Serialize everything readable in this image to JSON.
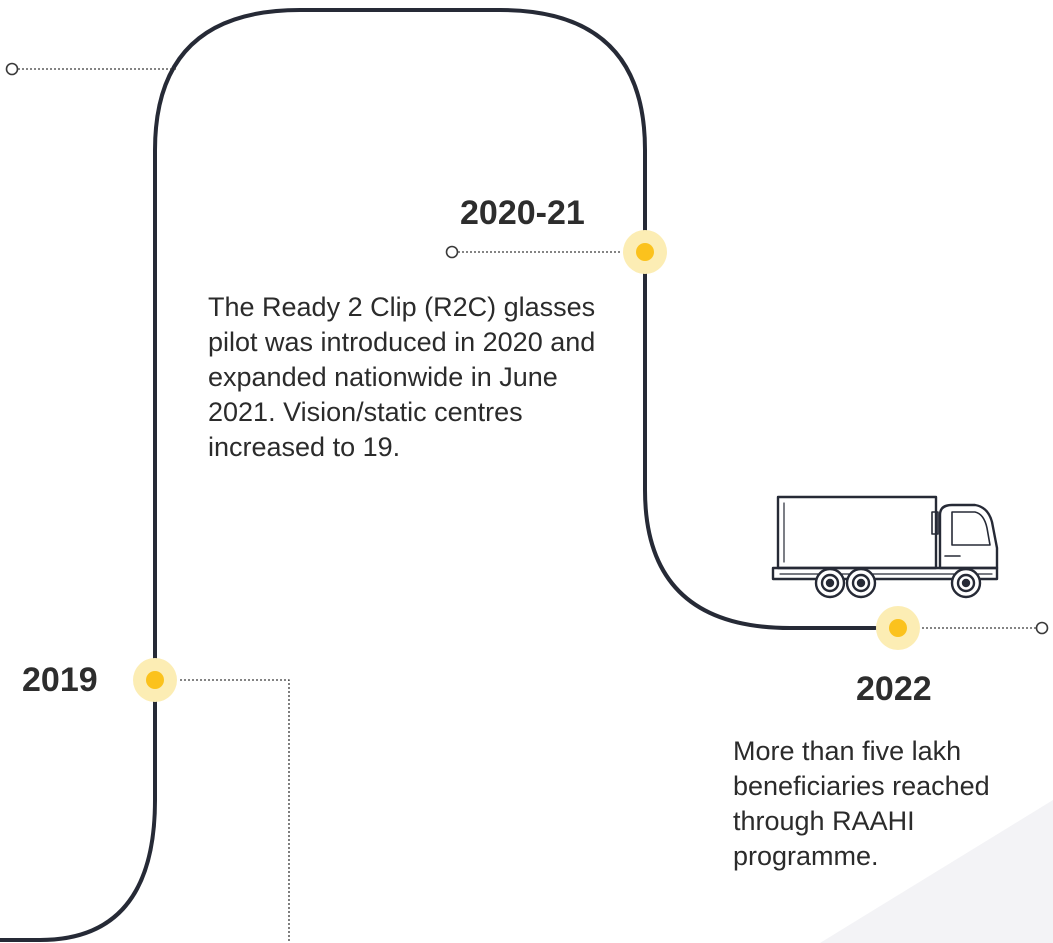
{
  "milestones": [
    {
      "year": "2019"
    },
    {
      "year": "2020-21",
      "description": "The Ready 2 Clip (R2C) glasses pilot was introduced in 2020 and expanded nationwide in June 2021. Vision/static centres increased to 19."
    },
    {
      "year": "2022",
      "description": "More than five lakh beneficiaries reached through RAAHI programme."
    }
  ],
  "colors": {
    "path": "#262a36",
    "marker_halo": "#fcedb4",
    "marker_core": "#fbc21d",
    "connector": "#3a3a3a",
    "background_shape": "#f3f3f6"
  },
  "icons": {
    "truck": "truck-icon"
  }
}
